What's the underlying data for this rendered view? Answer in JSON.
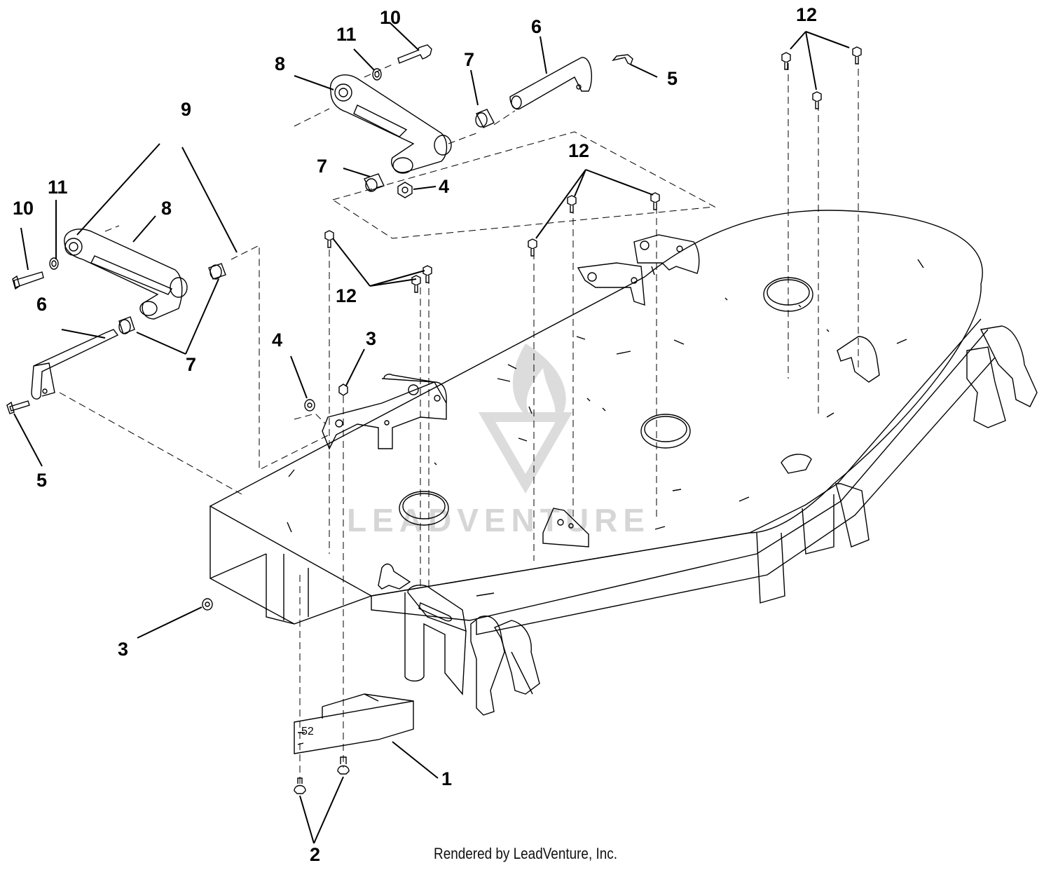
{
  "diagram": {
    "callouts": {
      "c1": "1",
      "c2": "2",
      "c3a": "3",
      "c3b": "3",
      "c4a": "4",
      "c4b": "4",
      "c5a": "5",
      "c5b": "5",
      "c6a": "6",
      "c6b": "6",
      "c7a": "7",
      "c7b": "7",
      "c7c": "7",
      "c8a": "8",
      "c8b": "8",
      "c9": "9",
      "c10a": "10",
      "c10b": "10",
      "c11a": "11",
      "c11b": "11",
      "c12a": "12",
      "c12b": "12",
      "c12c": "12"
    },
    "watermark": "LEADVENTURE",
    "colors": {
      "ink": "#000000",
      "watermark": "#d6d6d6"
    }
  },
  "footer": {
    "credit": "Rendered by LeadVenture, Inc."
  }
}
